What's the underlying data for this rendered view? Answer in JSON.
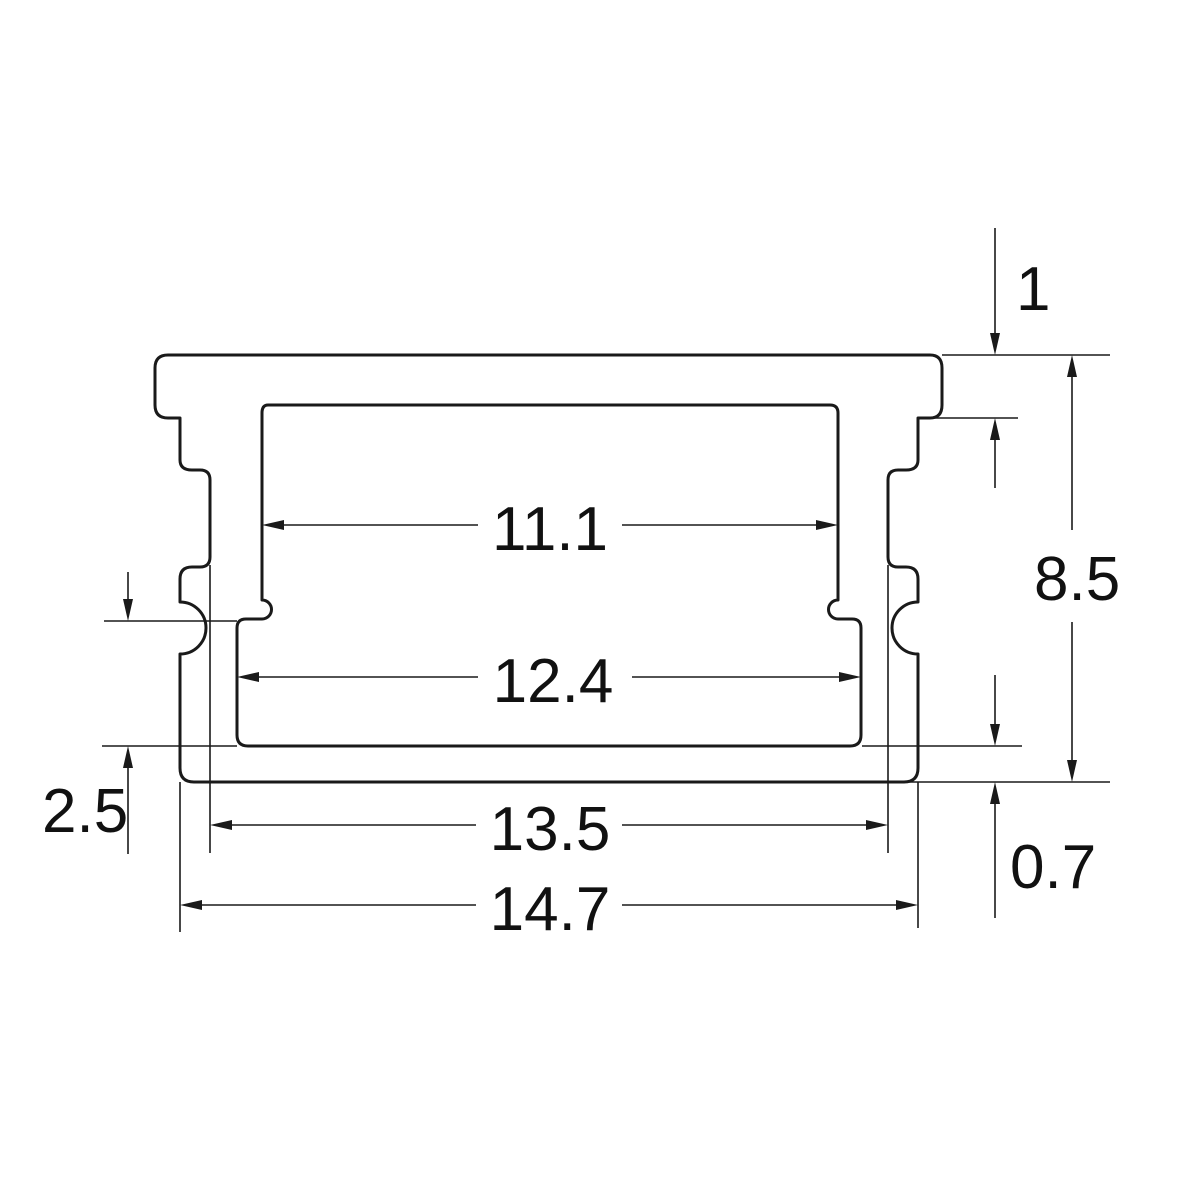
{
  "dimensions": {
    "top_lip_thickness": "1",
    "inner_upper_width": "11.1",
    "total_height": "8.5",
    "inner_lower_width": "12.4",
    "slot_height": "2.5",
    "inner_base_width": "13.5",
    "base_thickness": "0.7",
    "outer_width": "14.7"
  }
}
